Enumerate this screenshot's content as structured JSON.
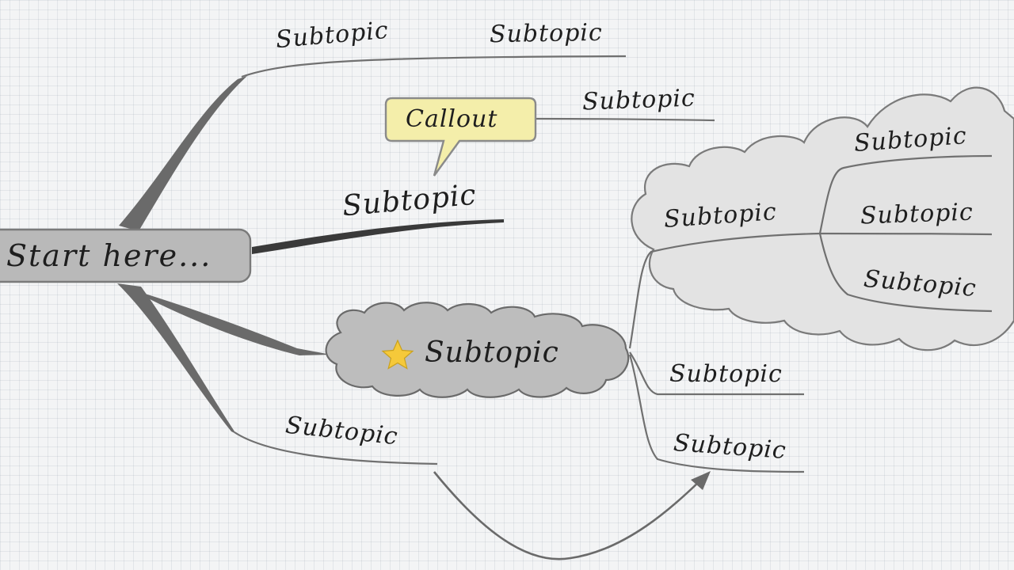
{
  "root": {
    "label": "Start here..."
  },
  "callout": {
    "label": "Callout"
  },
  "topics": {
    "top_left": "Subtopic",
    "top_right": "Subtopic",
    "upper_mid": "Subtopic",
    "middle": "Subtopic",
    "star_topic": "Subtopic",
    "bottom_left": "Subtopic",
    "cloud_main": "Subtopic",
    "cloud_child_1": "Subtopic",
    "cloud_child_2": "Subtopic",
    "cloud_child_3": "Subtopic",
    "star_child_1": "Subtopic",
    "star_child_2": "Subtopic"
  },
  "colors": {
    "branch": "#6a6a6a",
    "line": "#707070",
    "root_fill": "#b9b9b9",
    "callout_fill": "#f4eeaa",
    "cloud_fill": "#e3e3e3",
    "star_cloud_fill": "#bdbdbd",
    "star": "#f5c93a"
  },
  "icons": {
    "star_topic_icon": "star-icon"
  }
}
